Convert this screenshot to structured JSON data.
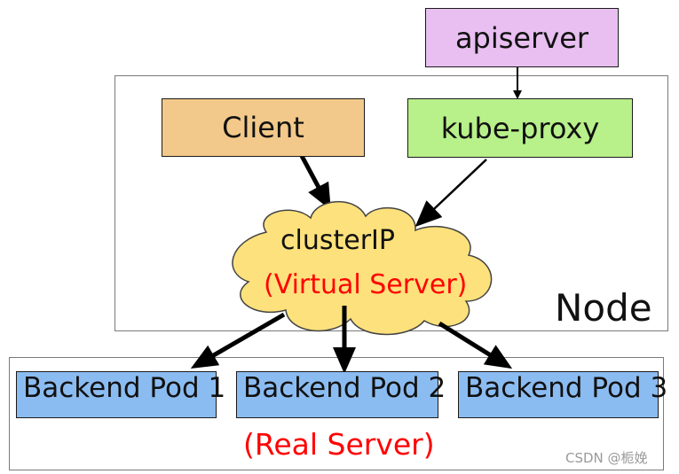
{
  "apiserver": {
    "label": "apiserver",
    "color": "#e8bff0"
  },
  "node": {
    "label": "Node"
  },
  "client": {
    "label": "Client",
    "color": "#f2c98a"
  },
  "kube_proxy": {
    "label": "kube-proxy",
    "color": "#b8f08a"
  },
  "cluster_ip": {
    "title": "clusterIP",
    "subtitle": "(Virtual Server)",
    "fill": "#fde17c",
    "subtitle_color": "#ff0000"
  },
  "backend": {
    "pods": [
      {
        "label": "Backend Pod 1"
      },
      {
        "label": "Backend Pod 2"
      },
      {
        "label": "Backend Pod 3"
      }
    ],
    "pod_color": "#8bbcf1",
    "caption": "(Real Server)",
    "caption_color": "#ff0000"
  },
  "watermark": "CSDN @栀娩"
}
